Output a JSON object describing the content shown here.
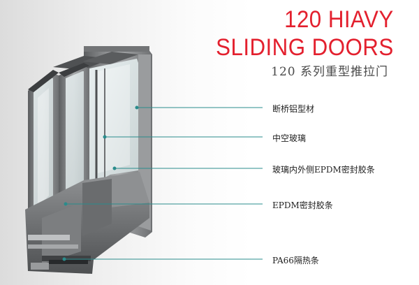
{
  "title": {
    "line1": "120 HIAVY",
    "line2": "SLIDING DOORS"
  },
  "subtitle": "120 系列重型推拉门",
  "colors": {
    "title_red": "#e3202e",
    "leader_teal": "#2a8c8c"
  },
  "callouts": [
    {
      "label": "断桥铝型材"
    },
    {
      "label": "中空玻璃"
    },
    {
      "label": "玻璃内外侧EPDM密封胶条"
    },
    {
      "label": "EPDM密封胶条"
    },
    {
      "label": "PA66隔热条"
    }
  ]
}
